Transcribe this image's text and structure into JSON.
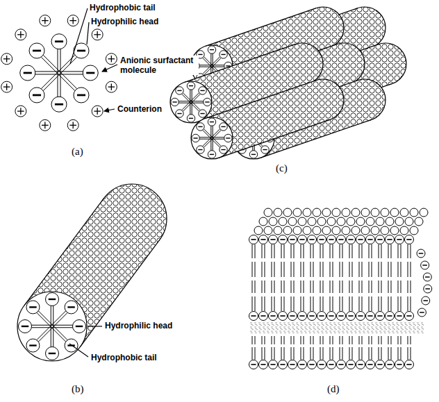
{
  "diagram": {
    "labels": [
      "Hydrophobic tail",
      "Hydrophilic head",
      "Anionic surfactant molecule",
      "Counterion",
      "(a)",
      "Hydrophilic head",
      "Hydrophobic tail",
      "(b)",
      "(c)",
      "(d)"
    ]
  }
}
